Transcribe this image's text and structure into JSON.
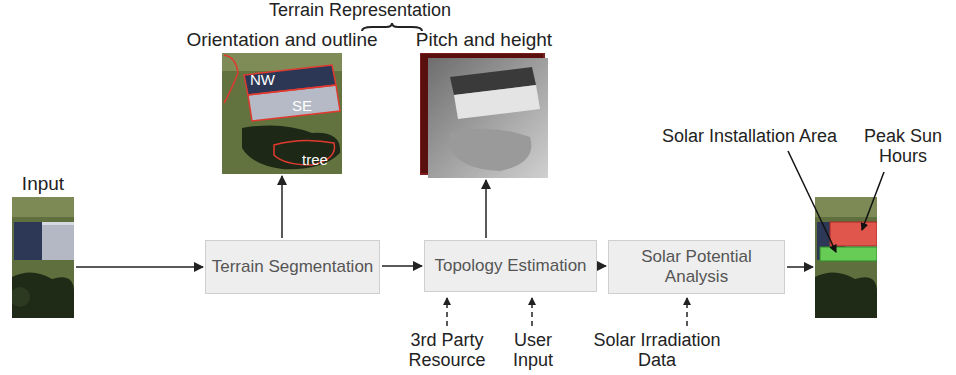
{
  "diagram": {
    "nodes": [
      {
        "text": [
          "Input"
        ]
      },
      {
        "text": [
          "Terrain Segmentation"
        ]
      },
      {
        "text": [
          "Orientation and outline"
        ]
      },
      {
        "text": [
          "Topology Estimation"
        ]
      },
      {
        "text": [
          "Pitch and height"
        ]
      },
      {
        "text": [
          "Solar Potential Analysis"
        ]
      },
      {
        "text": []
      }
    ],
    "edges": [
      {
        "from": 0,
        "to": 1,
        "arrow": "to"
      },
      {
        "from": 1,
        "to": 2,
        "arrow": "to"
      },
      {
        "from": 1,
        "to": 3,
        "arrow": "to"
      },
      {
        "from": 3,
        "to": 4,
        "arrow": "to"
      },
      {
        "from": 3,
        "to": 5,
        "arrow": "to"
      },
      {
        "from": 5,
        "to": 6,
        "arrow": "to"
      }
    ],
    "labels": [
      "Terrain Representation",
      "NW",
      "SE",
      "tree",
      "3rd Party Resource",
      "User Input",
      "Solar Irradiation Data",
      "Solar Installation Area",
      "Peak Sun Hours"
    ]
  }
}
